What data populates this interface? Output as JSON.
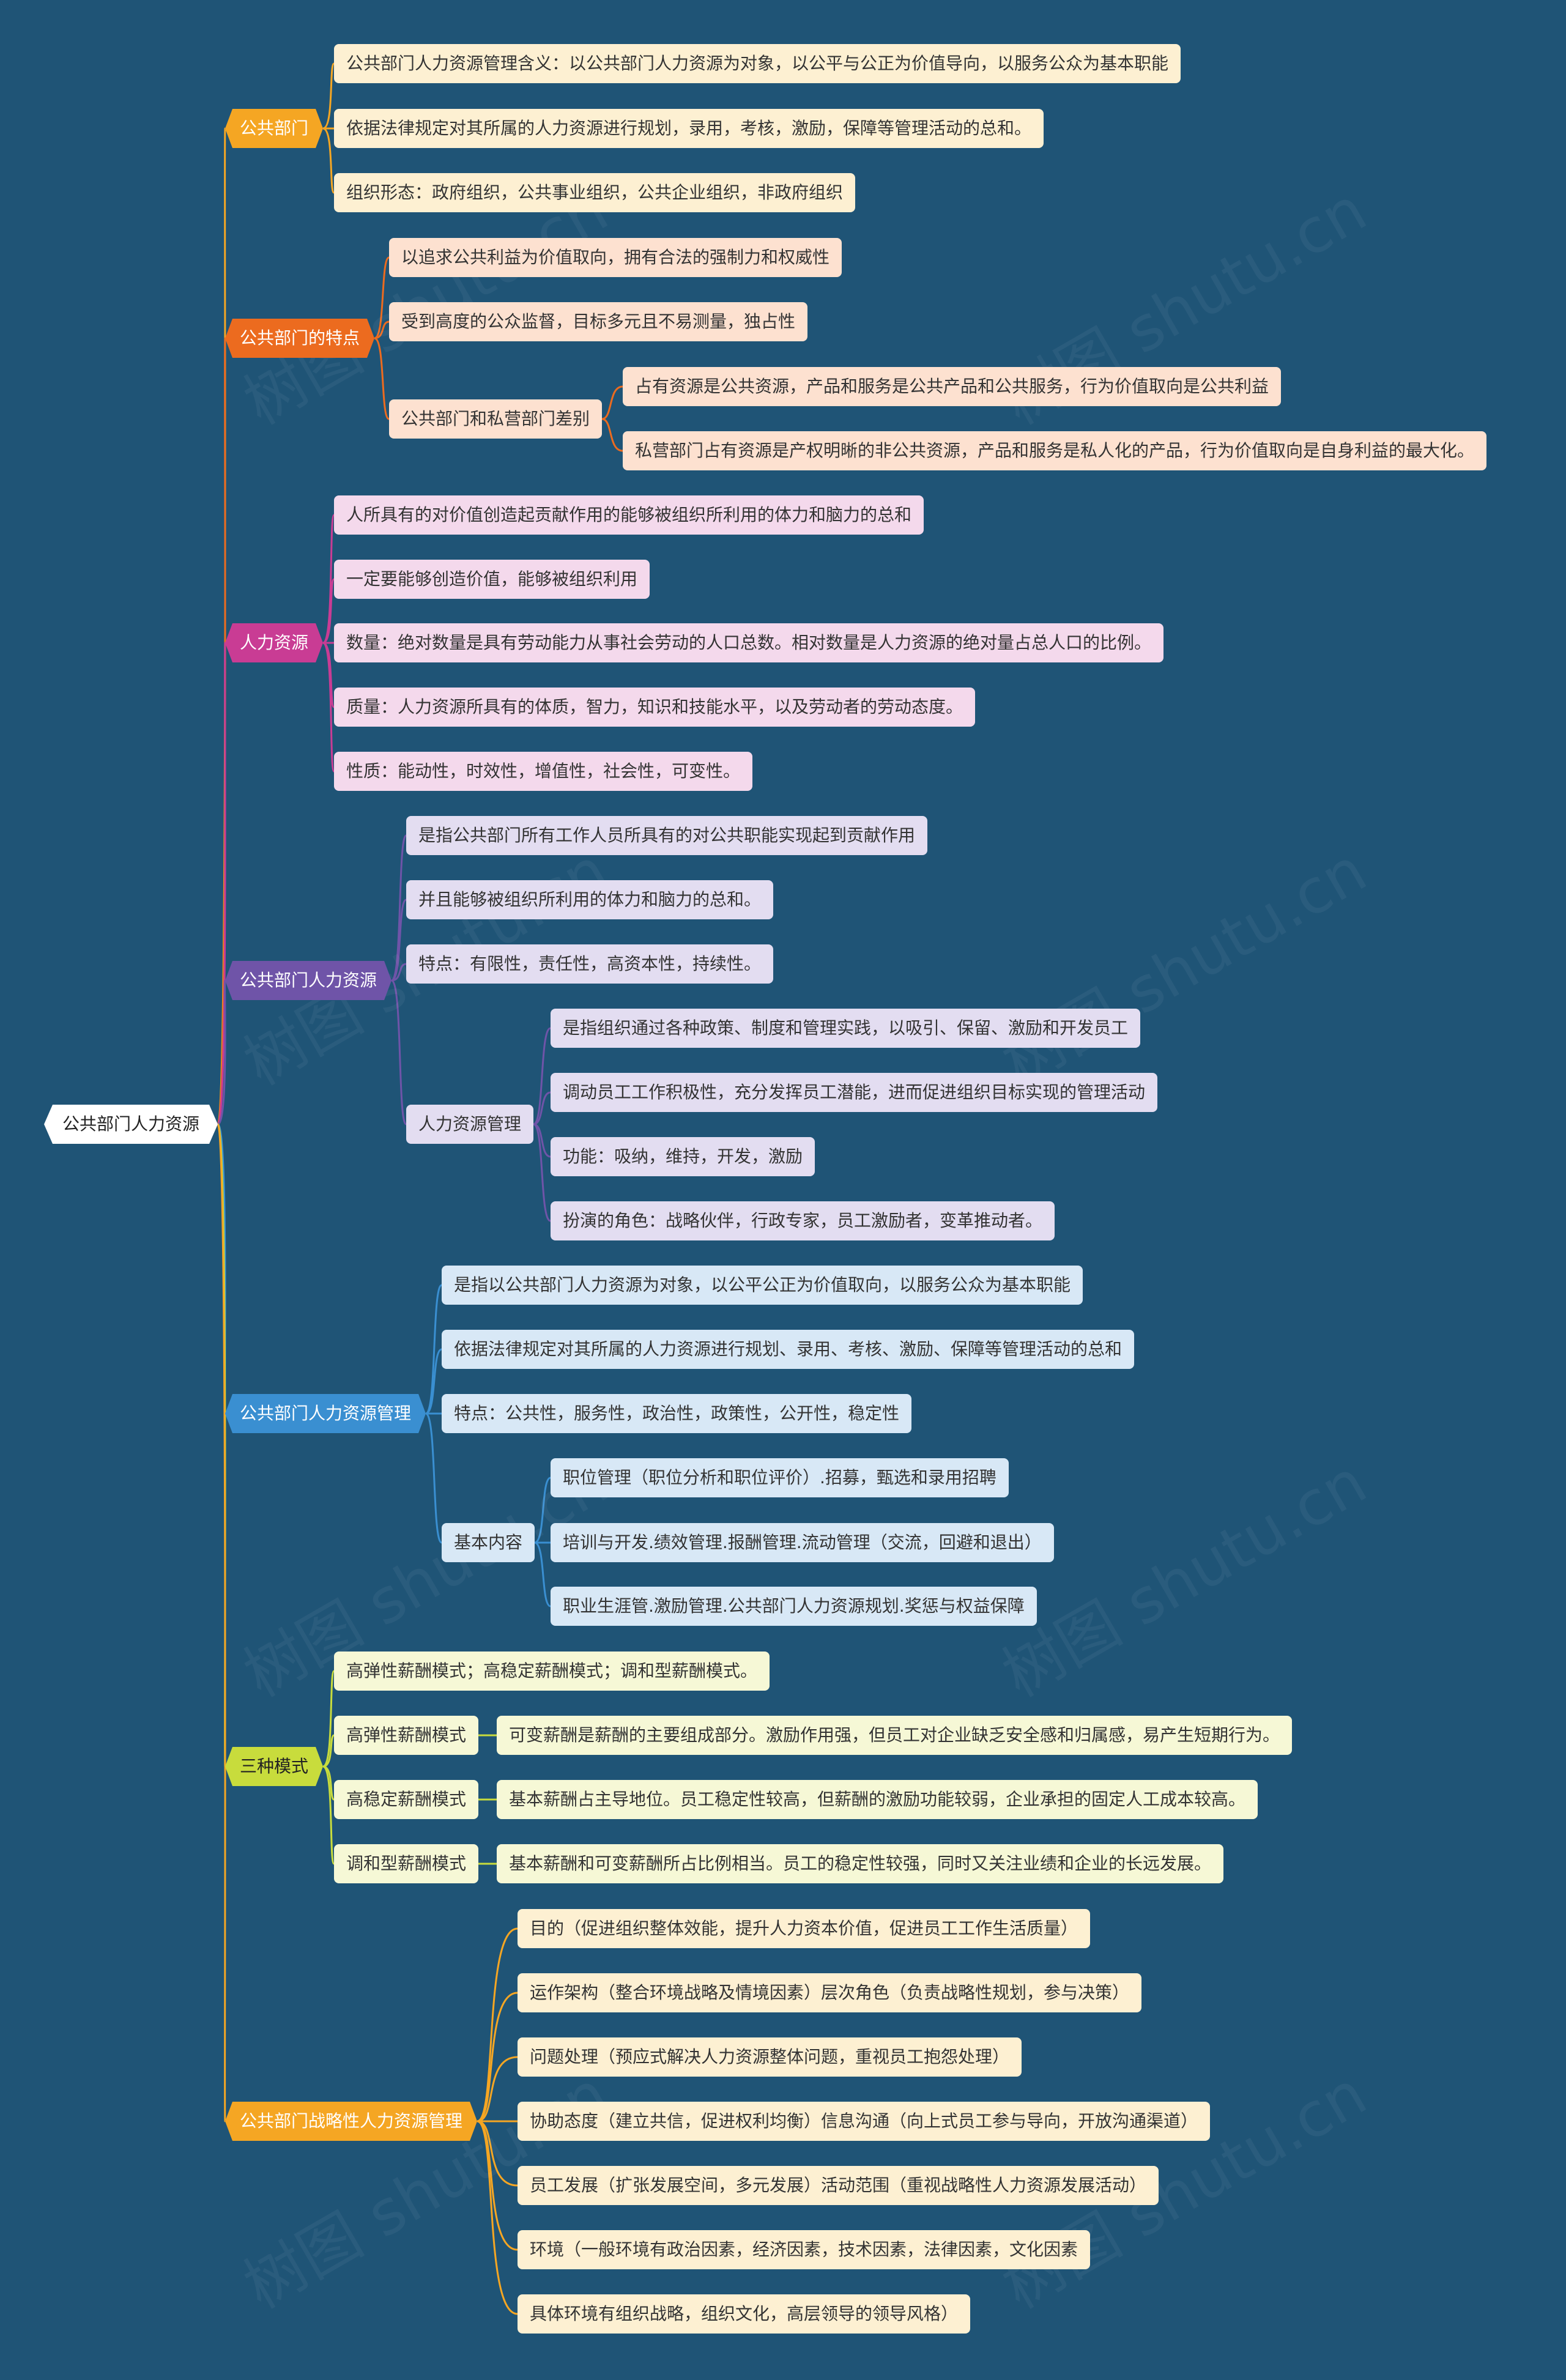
{
  "root": "公共部门人力资源",
  "watermark": "树图 shutu.cn",
  "branches": [
    {
      "label": "公共部门",
      "color": "#f5a623",
      "children": [
        {
          "label": "公共部门人力资源管理含义：以公共部门人力资源为对象，以公平与公正为价值导向，以服务公众为基本职能"
        },
        {
          "label": "依据法律规定对其所属的人力资源进行规划，录用，考核，激励，保障等管理活动的总和。"
        },
        {
          "label": "组织形态：政府组织，公共事业组织，公共企业组织，非政府组织"
        }
      ]
    },
    {
      "label": "公共部门的特点",
      "color": "#ec6b1f",
      "children": [
        {
          "label": "以追求公共利益为价值取向，拥有合法的强制力和权威性"
        },
        {
          "label": "受到高度的公众监督，目标多元且不易测量，独占性"
        },
        {
          "label": "公共部门和私营部门差别",
          "children": [
            {
              "label": "占有资源是公共资源，产品和服务是公共产品和公共服务，行为价值取向是公共利益"
            },
            {
              "label": "私营部门占有资源是产权明晰的非公共资源，产品和服务是私人化的产品，行为价值取向是自身利益的最大化。"
            }
          ]
        }
      ]
    },
    {
      "label": "人力资源",
      "color": "#c93c94",
      "children": [
        {
          "label": "人所具有的对价值创造起贡献作用的能够被组织所利用的体力和脑力的总和"
        },
        {
          "label": "一定要能够创造价值，能够被组织利用"
        },
        {
          "label": "数量：绝对数量是具有劳动能力从事社会劳动的人口总数。相对数量是人力资源的绝对量占总人口的比例。"
        },
        {
          "label": "质量：人力资源所具有的体质，智力，知识和技能水平，以及劳动者的劳动态度。"
        },
        {
          "label": "性质：能动性，时效性，增值性，社会性，可变性。"
        }
      ]
    },
    {
      "label": "公共部门人力资源",
      "color": "#6f54a8",
      "children": [
        {
          "label": "是指公共部门所有工作人员所具有的对公共职能实现起到贡献作用"
        },
        {
          "label": "并且能够被组织所利用的体力和脑力的总和。"
        },
        {
          "label": "特点：有限性，责任性，高资本性，持续性。"
        },
        {
          "label": "人力资源管理",
          "children": [
            {
              "label": "是指组织通过各种政策、制度和管理实践，以吸引、保留、激励和开发员工"
            },
            {
              "label": "调动员工工作积极性，充分发挥员工潜能，进而促进组织目标实现的管理活动"
            },
            {
              "label": "功能：吸纳，维持，开发，激励"
            },
            {
              "label": "扮演的角色：战略伙伴，行政专家，员工激励者，变革推动者。"
            }
          ]
        }
      ]
    },
    {
      "label": "公共部门人力资源管理",
      "color": "#3a8fd1",
      "children": [
        {
          "label": "是指以公共部门人力资源为对象，以公平公正为价值取向，以服务公众为基本职能"
        },
        {
          "label": "依据法律规定对其所属的人力资源进行规划、录用、考核、激励、保障等管理活动的总和"
        },
        {
          "label": "特点：公共性，服务性，政治性，政策性，公开性，稳定性"
        },
        {
          "label": "基本内容",
          "children": [
            {
              "label": "职位管理（职位分析和职位评价）.招募，甄选和录用招聘"
            },
            {
              "label": "培训与开发.绩效管理.报酬管理.流动管理（交流，回避和退出）"
            },
            {
              "label": "职业生涯管.激励管理.公共部门人力资源规划.奖惩与权益保障"
            }
          ]
        }
      ]
    },
    {
      "label": "三种模式",
      "color": "#c8dc3c",
      "children": [
        {
          "label": "高弹性薪酬模式；高稳定薪酬模式；调和型薪酬模式。"
        },
        {
          "label": "高弹性薪酬模式",
          "children": [
            {
              "label": "可变薪酬是薪酬的主要组成部分。激励作用强，但员工对企业缺乏安全感和归属感，易产生短期行为。"
            }
          ]
        },
        {
          "label": "高稳定薪酬模式",
          "children": [
            {
              "label": "基本薪酬占主导地位。员工稳定性较高，但薪酬的激励功能较弱，企业承担的固定人工成本较高。"
            }
          ]
        },
        {
          "label": "调和型薪酬模式",
          "children": [
            {
              "label": "基本薪酬和可变薪酬所占比例相当。员工的稳定性较强，同时又关注业绩和企业的长远发展。"
            }
          ]
        }
      ]
    },
    {
      "label": "公共部门战略性人力资源管理",
      "color": "#f5a623",
      "children": [
        {
          "label": "目的（促进组织整体效能，提升人力资本价值，促进员工工作生活质量）"
        },
        {
          "label": "运作架构（整合环境战略及情境因素）层次角色（负责战略性规划，参与决策）"
        },
        {
          "label": "问题处理（预应式解决人力资源整体问题，重视员工抱怨处理）"
        },
        {
          "label": "协助态度（建立共信，促进权利均衡）信息沟通（向上式员工参与导向，开放沟通渠道）"
        },
        {
          "label": "员工发展（扩张发展空间，多元发展）活动范围（重视战略性人力资源发展活动）"
        },
        {
          "label": "环境（一般环境有政治因素，经济因素，技术因素，法律因素，文化因素"
        },
        {
          "label": "具体环境有组织战略，组织文化，高层领导的领导风格）"
        }
      ]
    }
  ]
}
